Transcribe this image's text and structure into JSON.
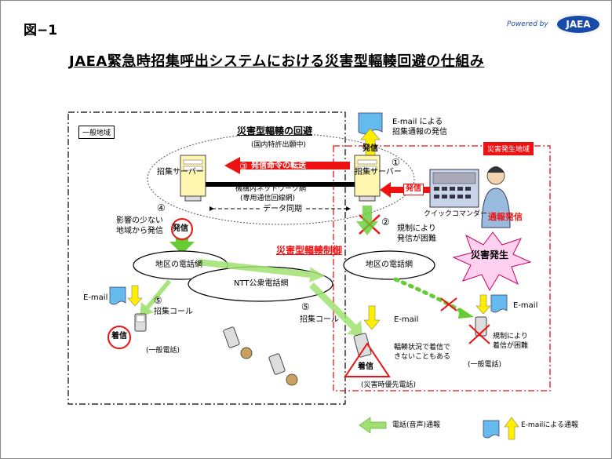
{
  "header": {
    "figure_label": "図−1",
    "powered_by": "Powered by",
    "logo_text": "JAEA",
    "title": "JAEA緊急時招集呼出システムにおける災害型輻輳回避の仕組み"
  },
  "regions": {
    "general_area": "一般地域",
    "disaster_area": "災害発生地域"
  },
  "avoidance": {
    "title": "災害型輻輳の回避",
    "subtitle": "(国内特許出願中)"
  },
  "servers": {
    "left_label": "招集サーバー",
    "right_label": "招集サーバー"
  },
  "network": {
    "line1": "機構内ネットワーク網",
    "line2": "(専用通信回線網)",
    "sync": "データ同期"
  },
  "steps": {
    "step1": "①",
    "step2": "②",
    "step3": "③",
    "step3_text": "発信命令の転送",
    "step4": "④",
    "step5_left": "⑤",
    "step5_right": "⑤"
  },
  "email_notice": {
    "line1": "E-mail による",
    "line2": "招集通報の発信"
  },
  "labels": {
    "send": "発信",
    "send_box": "発信",
    "quick_commander": "クイックコマンダー",
    "report_send": "通報発信",
    "disaster_occurred": "災害発生",
    "low_impact_line1": "影響の少ない",
    "low_impact_line2": "地域から発信",
    "send_circle": "発信",
    "regulation_line1": "規制により",
    "regulation_line2": "発信が困難",
    "congestion_control": "災害型輻輳制御",
    "district_left": "地区の電話網",
    "district_right": "地区の電話網",
    "ntt": "NTT公衆電話網",
    "email_left": "E-mail",
    "call_left": "招集コール",
    "received_left": "着信",
    "general_phone_left": "(一般電話)",
    "email_mid": "E-mail",
    "call_mid": "招集コール",
    "congestion_note_line1": "輻輳状況で着信で",
    "congestion_note_line2": "きないこともある",
    "received_mid": "着信",
    "priority_phone": "(災害時優先電話)",
    "email_right": "E-mail",
    "reg_right_line1": "規制により",
    "reg_right_line2": "着信が困難",
    "general_phone_right": "(一般電話)"
  },
  "legend": {
    "voice": "電話(音声)通報",
    "email": "E-mailによる通報"
  },
  "colors": {
    "green_arrow": "#66cc33",
    "yellow_arrow": "#ffee00",
    "red": "#ee1111",
    "blue_flag": "#66bbee",
    "server": "#fff7b0",
    "logo": "#1a4aa8"
  }
}
